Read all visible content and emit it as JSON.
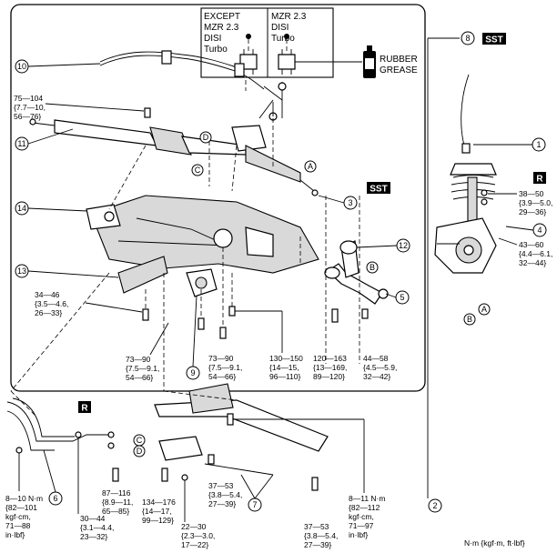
{
  "inset": {
    "left_lines": [
      "EXCEPT",
      "MZR 2.3",
      "DISI",
      "Turbo"
    ],
    "right_lines": [
      "MZR 2.3",
      "DISI",
      "Turbo"
    ],
    "grease_lines": [
      "RUBBER",
      "GREASE"
    ]
  },
  "badges": {
    "sst": "SST",
    "replace": "R"
  },
  "callouts": [
    "1",
    "2",
    "3",
    "4",
    "5",
    "6",
    "7",
    "8",
    "9",
    "10",
    "11",
    "12",
    "13",
    "14"
  ],
  "letters": {
    "a": "A",
    "b": "B",
    "c": "C",
    "d": "D"
  },
  "torques": {
    "t1": [
      "75—104",
      "{7.7—10,",
      "56—76}"
    ],
    "t2": [
      "34—46",
      "{3.5—4.6,",
      "26—33}"
    ],
    "t3": [
      "73—90",
      "{7.5—9.1,",
      "54—66}"
    ],
    "t4": [
      "73—90",
      "{7.5—9.1,",
      "54—66}"
    ],
    "t5": [
      "130—150",
      "{14—15,",
      "96—110}"
    ],
    "t6": [
      "120—163",
      "{13—169,",
      "89—120}"
    ],
    "t7": [
      "44—58",
      "{4.5—5.9,",
      "32—42}"
    ],
    "t8": [
      "38—50",
      "{3.9—5.0,",
      "29—36}"
    ],
    "t9": [
      "43—60",
      "{4.4—6.1,",
      "32—44}"
    ],
    "t10": [
      "8—10 N·m",
      "{82—101",
      "kgf·cm,",
      "71—88",
      "in·lbf}"
    ],
    "t11": [
      "30—44",
      "{3.1—4.4,",
      "23—32}"
    ],
    "t12": [
      "87—116",
      "{8.9—11,",
      "65—85}"
    ],
    "t13": [
      "134—176",
      "{14—17,",
      "99—129}"
    ],
    "t14": [
      "22—30",
      "{2.3—3.0,",
      "17—22}"
    ],
    "t15": [
      "37—53",
      "{3.8—5.4,",
      "27—39}"
    ],
    "t16": [
      "37—53",
      "{3.8—5.4,",
      "27—39}"
    ],
    "t17": [
      "8—11 N·m",
      "{82—112",
      "kgf·cm,",
      "71—97",
      "in·lbf}"
    ]
  },
  "units": "N·m {kgf·m, ft·lbf}"
}
